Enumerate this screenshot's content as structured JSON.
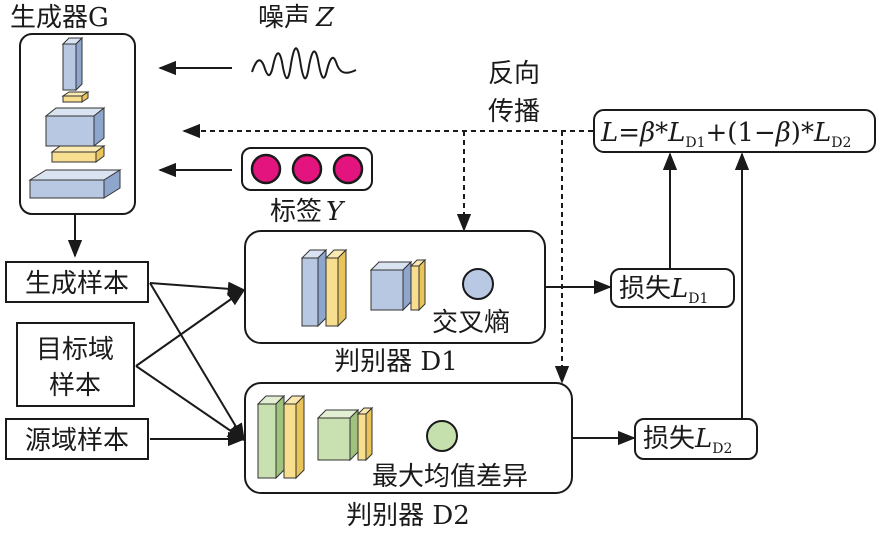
{
  "colors": {
    "blue_block": "#b8c8e3",
    "blue_top": "#d9e3f2",
    "blue_side": "#8fa6cc",
    "yellow_block": "#f8df8f",
    "yellow_side": "#e8c45a",
    "green_block": "#c9e0b0",
    "green_side": "#9fc27e",
    "magenta": "#e4147f",
    "circle_blue": "#b9c9e3",
    "circle_green": "#c5e0ad"
  },
  "generator": {
    "title": "生成器G"
  },
  "noise": {
    "label": "噪声",
    "symbol": "Z"
  },
  "label_y": {
    "label": "标签",
    "symbol": "Y"
  },
  "backprop": {
    "line1": "反向",
    "line2": "传播"
  },
  "loss_formula": {
    "L": "L",
    "eq": "=",
    "beta": "β",
    "star": "*",
    "L1": "L",
    "sub1": "D1",
    "plus": "+(1−",
    "beta2": "β",
    "close": ")*",
    "L2": "L",
    "sub2": "D2"
  },
  "inputs": {
    "generated": "生成样本",
    "target_line1": "目标域",
    "target_line2": "样本",
    "source": "源域样本"
  },
  "discriminator1": {
    "title": "判别器 D1",
    "method": "交叉熵"
  },
  "discriminator2": {
    "title": "判别器 D2",
    "method": "最大均值差异"
  },
  "loss1": {
    "prefix": "损失",
    "L": "L",
    "sub": "D1"
  },
  "loss2": {
    "prefix": "损失",
    "L": "L",
    "sub": "D2"
  }
}
